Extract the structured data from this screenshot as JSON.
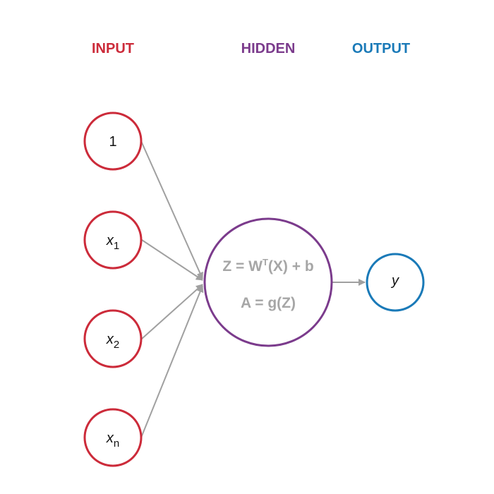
{
  "colors": {
    "input": "#cc2b3a",
    "hidden": "#7b3b8c",
    "output": "#1a7ab8",
    "edge": "#a0a0a0",
    "formula": "#a6a6a6"
  },
  "headers": {
    "input": "INPUT",
    "hidden": "HIDDEN",
    "output": "OUTPUT"
  },
  "inputs": [
    {
      "var": "1",
      "sub": ""
    },
    {
      "var": "x",
      "sub": "1"
    },
    {
      "var": "x",
      "sub": "2"
    },
    {
      "var": "x",
      "sub": "n"
    }
  ],
  "hidden": {
    "z_prefix": "Z = W",
    "z_sup": "T",
    "z_suffix": "(X) + b",
    "a_formula": "A = g(Z)"
  },
  "output": {
    "label": "y"
  }
}
